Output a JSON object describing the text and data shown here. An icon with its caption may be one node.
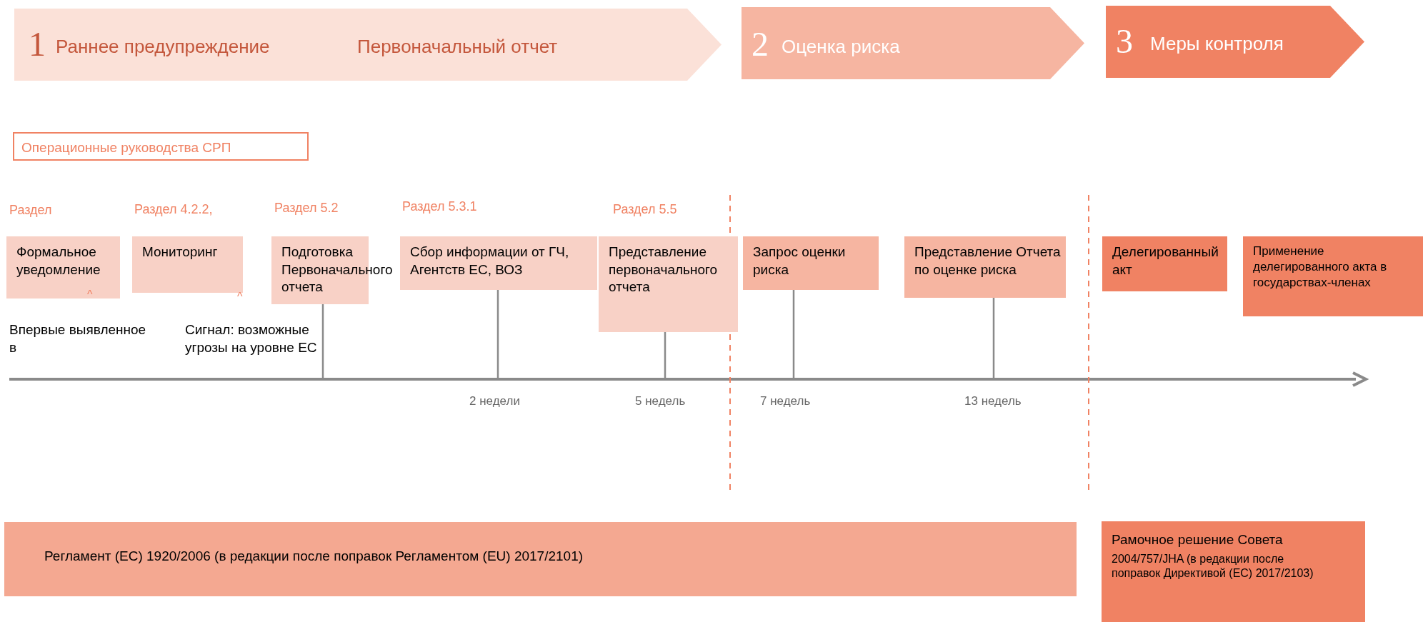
{
  "diagram": {
    "nodes": [
      {
        "text": [
          "1",
          "Раннее предупреждение",
          "Первоначальный отчет"
        ]
      },
      {
        "text": [
          "2",
          "Оценка риска"
        ]
      },
      {
        "text": [
          "3",
          "Меры контроля"
        ]
      },
      {
        "text": [
          "Операционные руководства СРП"
        ]
      },
      {
        "text": [
          "Формальное уведомление"
        ]
      },
      {
        "text": [
          "Мониторинг"
        ]
      },
      {
        "text": [
          "Подготовка Первоначального отчета"
        ]
      },
      {
        "text": [
          "Сбор информации от ГЧ, Агентств ЕС, ВОЗ"
        ]
      },
      {
        "text": [
          "Представление первоначального отчета"
        ]
      },
      {
        "text": [
          "Запрос оценки риска"
        ]
      },
      {
        "text": [
          "Представление Отчета по оценке риска"
        ]
      },
      {
        "text": [
          "Делегированный акт"
        ]
      },
      {
        "text": [
          "Применение делегированного акта в государствах-членах"
        ]
      },
      {
        "text": [
          "Регламент (ЕС) 1920/2006 (в редакции после поправок Регламентом (EU) 2017/2101)"
        ]
      },
      {
        "text": [
          "Рамочное решение Совета",
          "2004/757/JHA (в редакции после поправок Директивой (ЕС) 2017/2103)"
        ]
      }
    ],
    "edges": [
      {
        "from": 6,
        "to": null,
        "arrow": "none"
      },
      {
        "from": 7,
        "to": null,
        "arrow": "none"
      },
      {
        "from": 8,
        "to": null,
        "arrow": "none"
      },
      {
        "from": 9,
        "to": null,
        "arrow": "none"
      },
      {
        "from": 10,
        "to": null,
        "arrow": "none"
      }
    ],
    "labels": [
      "Раздел",
      "Раздел 4.2.2,",
      "Раздел 5.2",
      "Раздел 5.3.1",
      "Раздел 5.5",
      "^",
      "^",
      "Впервые выявленное в",
      "Сигнал: возможные угрозы на уровне ЕС",
      "2 недели",
      "5 недель",
      "7 недель",
      "13 недель"
    ]
  }
}
